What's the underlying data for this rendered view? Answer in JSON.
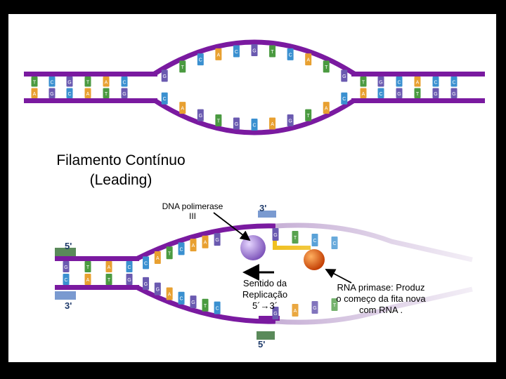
{
  "labels": {
    "title": "Filamento Contínuo\n(Leading)",
    "polymerase": "DNA polimerase\nIII",
    "direction": "Sentido da\nReplicação\n5´→3´",
    "primase": "RNA primase: Produz\no começo da fita nova\ncom RNA      .",
    "end_5_left": "5'",
    "end_3_left": "3'",
    "end_3_top": "3'",
    "end_5_bottom": "5'"
  },
  "bases": {
    "top_left_upper": [
      "T",
      "C",
      "G",
      "T",
      "A",
      "C"
    ],
    "top_left_lower": [
      "A",
      "G",
      "C",
      "A",
      "T",
      "G"
    ],
    "top_right_upper": [
      "T",
      "G",
      "C",
      "A",
      "C",
      "C"
    ],
    "top_right_lower": [
      "A",
      "C",
      "G",
      "T",
      "G",
      "G"
    ],
    "top_bubble_upper": [
      "G",
      "T",
      "C",
      "A",
      "C",
      "G",
      "T",
      "C",
      "A",
      "T",
      "G"
    ],
    "top_bubble_lower": [
      "C",
      "A",
      "G",
      "T",
      "G",
      "C",
      "A",
      "G",
      "T",
      "A",
      "C"
    ],
    "bottom_left_upper": [
      "G",
      "T",
      "A",
      "C"
    ],
    "bottom_left_lower": [
      "C",
      "A",
      "T",
      "G"
    ],
    "bottom_fork_upper": [
      "C",
      "A",
      "T",
      "C",
      "A",
      "A",
      "G",
      "G",
      "T",
      "C",
      "C"
    ],
    "bottom_fork_lower": [
      "G",
      "G",
      "A",
      "C",
      "G",
      "T",
      "C",
      "G",
      "A",
      "G",
      "T"
    ]
  },
  "colors": {
    "backbone": "#7a1aa0",
    "primer": "#f0c020",
    "polymerase": "#9a6fd0",
    "primase": "#e0601a",
    "strand_end": "#5a8a5a",
    "base_A": "#e8a030",
    "base_T": "#4a9a40",
    "base_C": "#3a90d0",
    "base_G": "#6a5ab0"
  }
}
